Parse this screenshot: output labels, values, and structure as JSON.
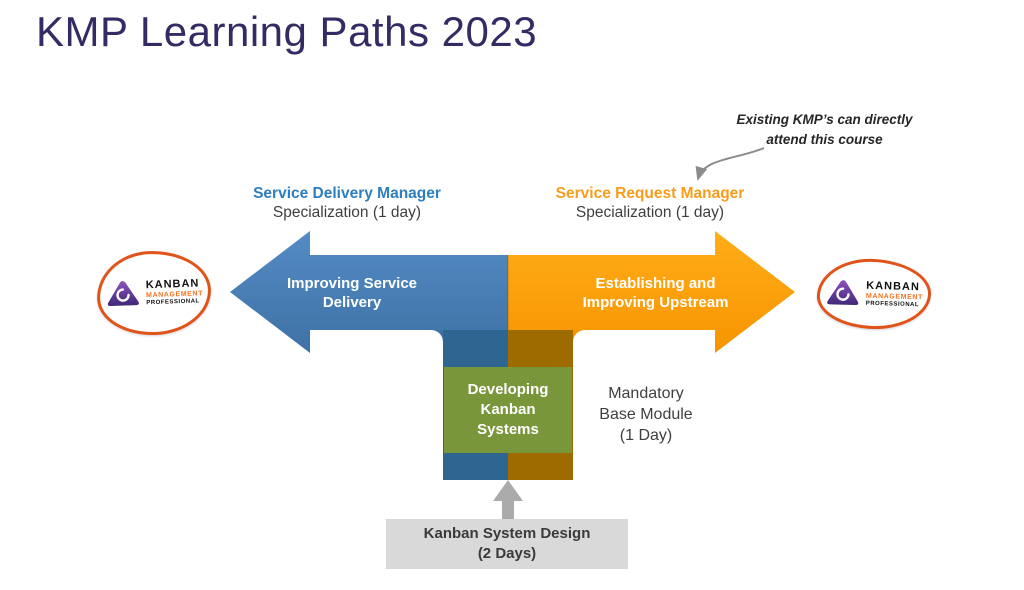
{
  "title": "KMP Learning Paths 2023",
  "annotation": {
    "line1": "Existing KMP’s can directly",
    "line2": "attend this course"
  },
  "left_path": {
    "header": "Service Delivery Manager",
    "subheader": "Specialization (1 day)",
    "arrow_line1": "Improving Service",
    "arrow_line2": "Delivery"
  },
  "right_path": {
    "header": "Service Request Manager",
    "subheader": "Specialization (1 day)",
    "arrow_line1": "Establishing and",
    "arrow_line2": "Improving Upstream"
  },
  "base_module": {
    "box_line1": "Developing",
    "box_line2": "Kanban",
    "box_line3": "Systems",
    "side_line1": "Mandatory",
    "side_line2": "Base Module",
    "side_line3": "(1 Day)"
  },
  "bottom_box": {
    "line1": "Kanban System Design",
    "line2": "(2 Days)"
  },
  "logo": {
    "line1": "KANBAN",
    "line2": "MANAGEMENT",
    "line3": "PROFESSIONAL"
  },
  "colors": {
    "title": "#352A63",
    "blue_arrow": "#4A80B8",
    "blue_bar": "#2F6591",
    "orange_arrow": "#FFA100",
    "orange_bar": "#9E6B00",
    "green_box": "#79963A",
    "gray_box": "#D9D9D9",
    "logo_border": "#E0541A",
    "logo_purple": "#5B3A8E",
    "header_blue": "#2C7EC0",
    "header_orange": "#F99C1B"
  }
}
